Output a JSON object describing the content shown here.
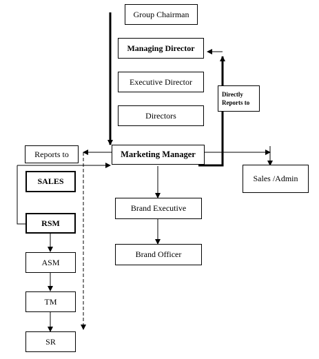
{
  "boxes": {
    "group_chairman": "Group Chairman",
    "managing_director": "Managing Director",
    "executive_director": "Executive Director",
    "directors": "Directors",
    "marketing_manager": "Marketing Manager",
    "sales_admin": "Sales /Admin",
    "reports_to": "Reports to",
    "sales": "SALES",
    "rsm": "RSM",
    "asm": "ASM",
    "tm": "TM",
    "sr": "SR",
    "brand_executive": "Brand Executive",
    "brand_officer": "Brand Officer",
    "directly_reports_line1": "Directly",
    "directly_reports_line2": "Reports to"
  }
}
